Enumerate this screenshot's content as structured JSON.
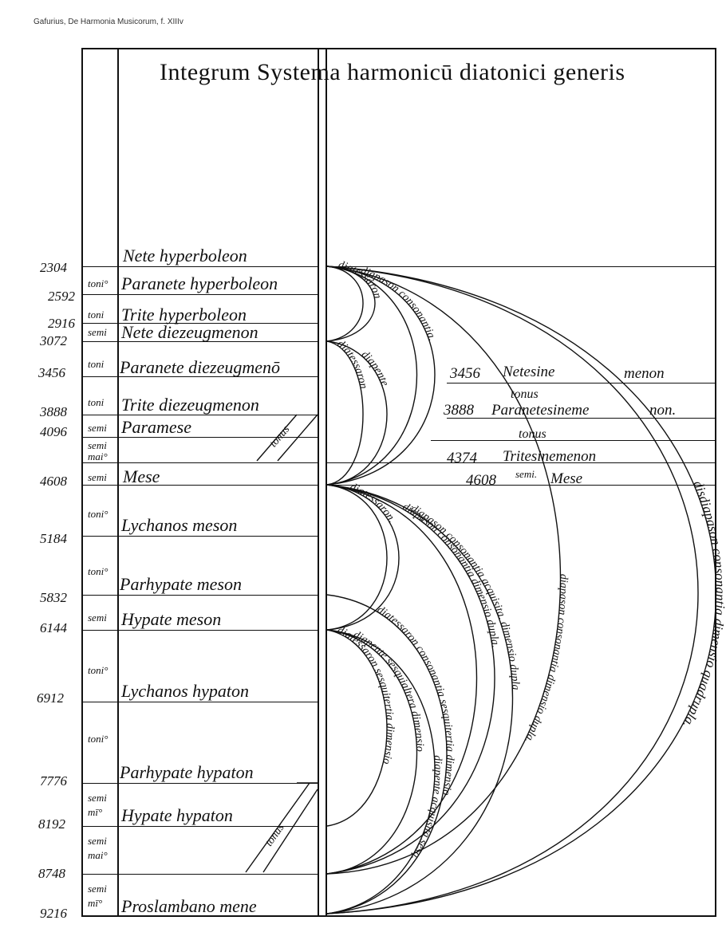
{
  "caption": "Gafurius, De Harmonia Musicorum, f. XIIIv",
  "title": "Integrum Systema harmonicū diatonici generis",
  "numbers": [
    "2304",
    "2592",
    "2916",
    "3072",
    "3456",
    "3888",
    "4096",
    "4608",
    "5184",
    "5832",
    "6144",
    "6912",
    "7776",
    "8192",
    "8748",
    "9216"
  ],
  "steps": {
    "s1": "toni°",
    "s2": "toni",
    "s3": "semi",
    "s4": "toni",
    "s5": "toni",
    "s6": "semi",
    "s7a": "semi",
    "s7b": "mai°",
    "s8": "semi",
    "s9": "toni°",
    "s10": "toni°",
    "s11": "semi",
    "s12": "toni°",
    "s13": "toni°",
    "s14a": "semi",
    "s14b": "mī°",
    "s15a": "semi",
    "s15b": "mai°",
    "s16a": "semi",
    "s16b": "mī°"
  },
  "notes": {
    "n1": "Nete hyperboleon",
    "n2": "Paranete hyperboleon",
    "n3": "Trite hyperboleon",
    "n4": "Nete diezeugmenon",
    "n5": "Paranete diezeugmenō",
    "n6": "Trite diezeugmenon",
    "n7": "Paramese",
    "n8": "Mese",
    "n9": "Lychanos meson",
    "n10": "Parhypate meson",
    "n11": "Hypate meson",
    "n12": "Lychanos hypaton",
    "n13": "Parhypate hypaton",
    "n14": "Hypate hypaton",
    "n15": "Proslambano mene"
  },
  "synemmenon": {
    "r1num": "3456",
    "r1name": "Netesine",
    "r1tail": "menon",
    "t1": "tonus",
    "r2num": "3888",
    "r2name": "Paranetesineme",
    "r2tail": "non.",
    "t2": "tonus",
    "r3num": "4374",
    "r3name": "Tritesinemenon",
    "r4num": "4608",
    "r4semi": "semi.",
    "r4name": "Mese"
  },
  "tonus_upper": "tonus",
  "tonus_lower": "tonus",
  "arcs": {
    "a1": "diatessaron",
    "a2": "diatessaron",
    "a3": "diapente",
    "a4": "diapason consonantia.",
    "a5": "diapason consonantia.",
    "a6": "diatessaron.",
    "a7": "diapason consonantia dimensio dupla.",
    "a8": "diapason consonantia acquisita. dimensio dupla",
    "a9": "diapente sesquialtera dimensio",
    "a10": "diatessaron sesquitertia dimensio",
    "a11": "diapente acquisita sesq.",
    "a12": "diatessaron consonantia sesquitertia dimensio",
    "a13": "diapason consonantia dimensio dupla.",
    "a14": "diapason consonantia",
    "a15": "disdiapason consonantia dimensio quadrupla."
  },
  "colors": {
    "ink": "#111111",
    "paper": "#ffffff"
  }
}
